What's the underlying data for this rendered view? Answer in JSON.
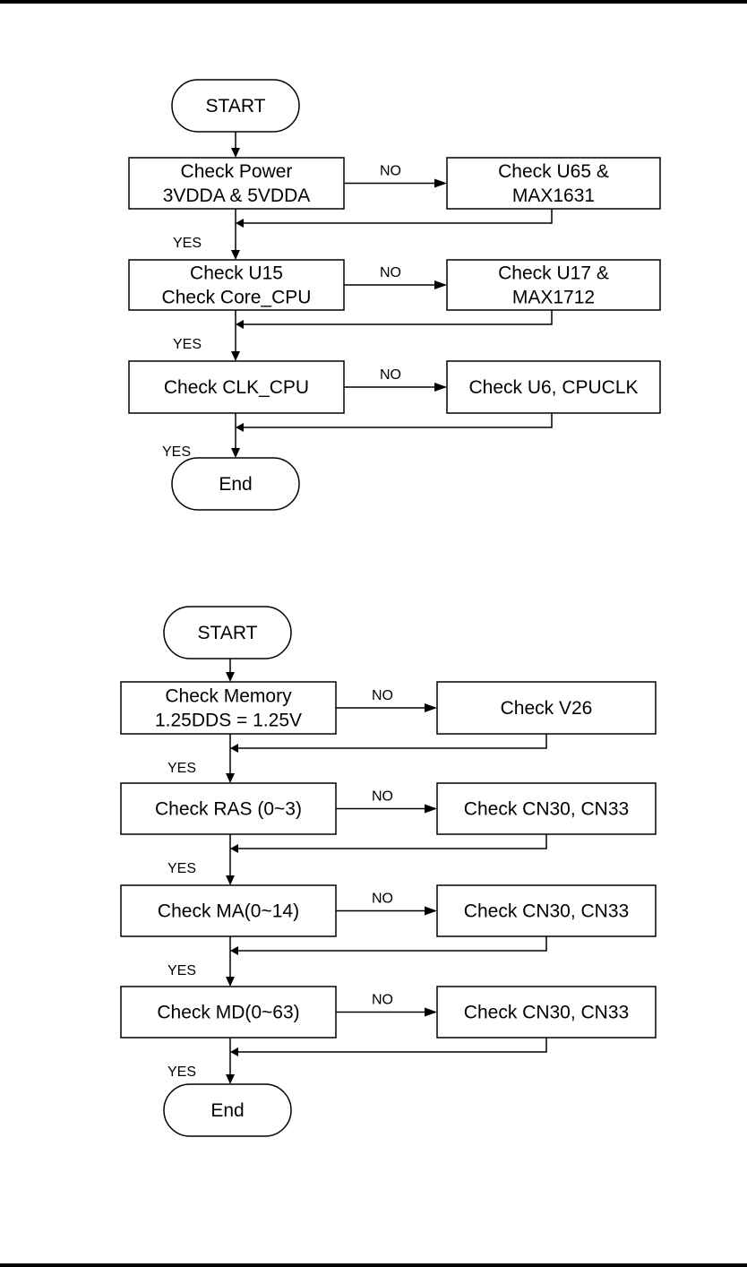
{
  "page": {
    "top_rule": true,
    "bottom_rule": true
  },
  "flowcharts": [
    {
      "id": "cpu",
      "start_label": "START",
      "end_label": "End",
      "steps": [
        {
          "check": [
            "Check Power",
            "3VDDA & 5VDDA"
          ],
          "no_label": "NO",
          "yes_label": "YES",
          "fix": [
            "Check U65 &",
            "MAX1631"
          ]
        },
        {
          "check": [
            "Check U15",
            "Check Core_CPU"
          ],
          "no_label": "NO",
          "yes_label": "YES",
          "fix": [
            "Check U17 &",
            "MAX1712"
          ]
        },
        {
          "check": [
            "Check CLK_CPU"
          ],
          "no_label": "NO",
          "yes_label": "YES",
          "fix": [
            "Check U6, CPUCLK"
          ]
        }
      ]
    },
    {
      "id": "memory",
      "start_label": "START",
      "end_label": "End",
      "steps": [
        {
          "check": [
            "Check Memory",
            "1.25DDS = 1.25V"
          ],
          "no_label": "NO",
          "yes_label": "YES",
          "fix": [
            "Check V26"
          ]
        },
        {
          "check": [
            "Check RAS (0~3)"
          ],
          "no_label": "NO",
          "yes_label": "YES",
          "fix": [
            "Check CN30, CN33"
          ]
        },
        {
          "check": [
            "Check MA(0~14)"
          ],
          "no_label": "NO",
          "yes_label": "YES",
          "fix": [
            "Check CN30, CN33"
          ]
        },
        {
          "check": [
            "Check MD(0~63)"
          ],
          "no_label": "NO",
          "yes_label": "YES",
          "fix": [
            "Check CN30, CN33"
          ]
        }
      ]
    }
  ]
}
